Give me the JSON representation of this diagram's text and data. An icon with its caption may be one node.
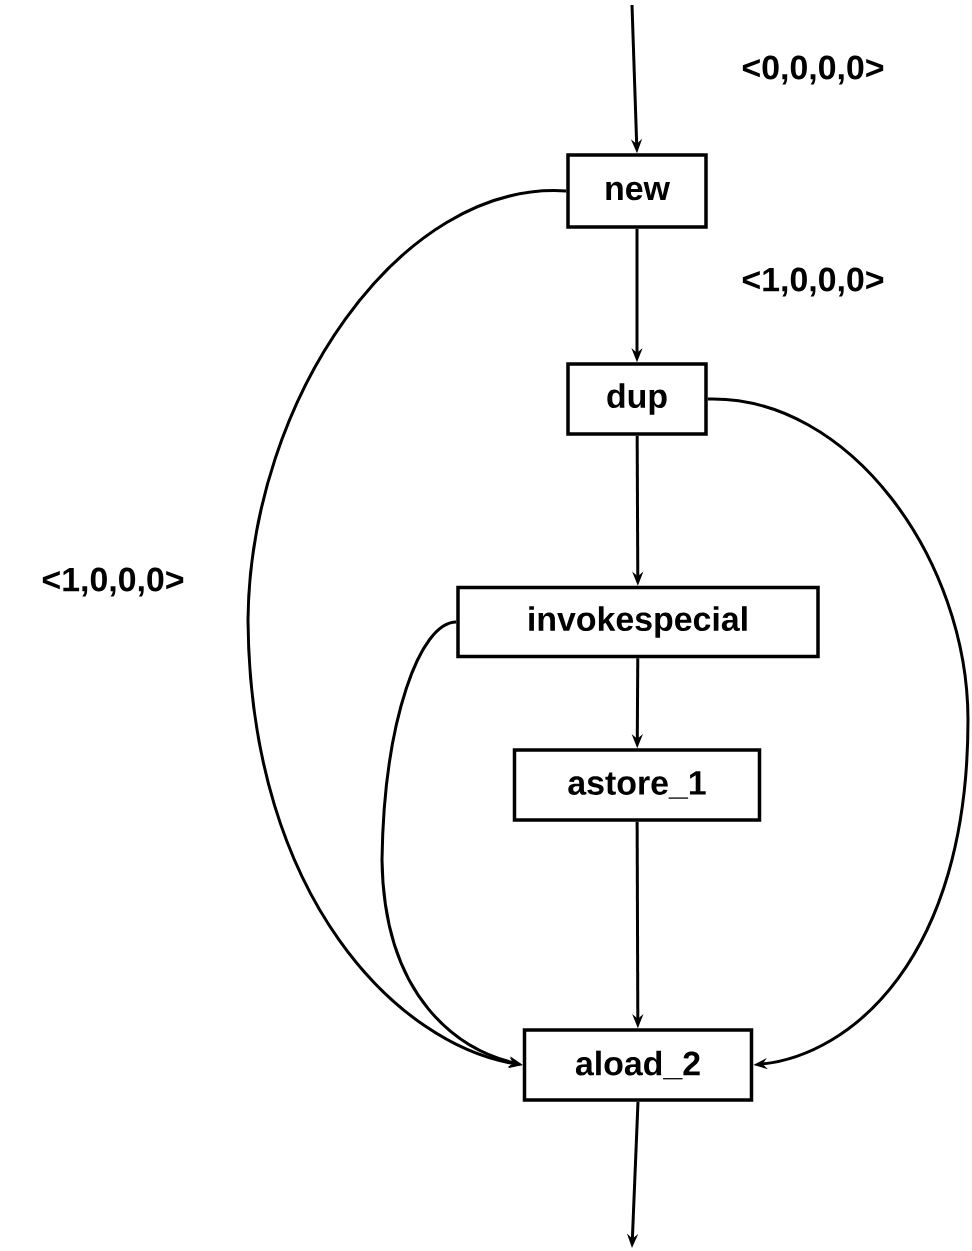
{
  "diagram": {
    "nodes": [
      {
        "text": [
          "new"
        ]
      },
      {
        "text": [
          "dup"
        ]
      },
      {
        "text": [
          "invokespecial"
        ]
      },
      {
        "text": [
          "astore_1"
        ]
      },
      {
        "text": [
          "aload_2"
        ]
      }
    ],
    "edges": [
      {
        "from": null,
        "to": 0,
        "arrow": "to",
        "label": "<0,0,0,0>"
      },
      {
        "from": 0,
        "to": 1,
        "arrow": "to",
        "label": "<1,0,0,0>"
      },
      {
        "from": 1,
        "to": 2,
        "arrow": "to"
      },
      {
        "from": 2,
        "to": 3,
        "arrow": "to"
      },
      {
        "from": 3,
        "to": 4,
        "arrow": "to"
      },
      {
        "from": 0,
        "to": 4,
        "arrow": "to",
        "label": "<1,0,0,0>"
      },
      {
        "from": 2,
        "to": 4,
        "arrow": "to"
      },
      {
        "from": 1,
        "to": 4,
        "arrow": "to"
      },
      {
        "from": 4,
        "to": null,
        "arrow": "to"
      }
    ]
  }
}
